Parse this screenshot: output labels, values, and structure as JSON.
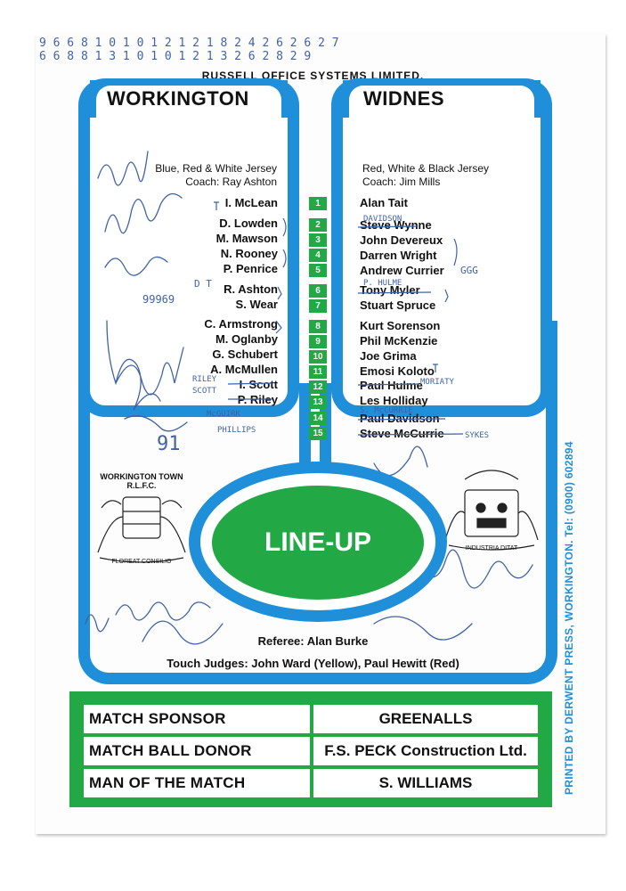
{
  "corner_numbers": "9 6 6 8 1 0 1 0 1 2 1 2 1 8 2 4 2 6 2 6 2 7\n6 6 8 8 1 3 1 0 1 0 1 2 1 3 2 6 2 8 2 9",
  "sponsor_line": "RUSSELL OFFICE SYSTEMS LIMITED.",
  "home": {
    "name": "WORKINGTON",
    "jersey": "Blue, Red & White Jersey",
    "coach": "Coach: Ray Ashton",
    "players": [
      "I. McLean",
      "D. Lowden",
      "M. Mawson",
      "N. Rooney",
      "P. Penrice",
      "R. Ashton",
      "S. Wear",
      "C. Armstrong",
      "M. Oglanby",
      "G. Schubert",
      "A. McMullen",
      "I. Scott",
      "P. Riley"
    ],
    "crest_text": "WORKINGTON TOWN R.L.F.C.",
    "crest_motto": "FLOREAT CONSILIO"
  },
  "away": {
    "name": "WIDNES",
    "jersey": "Red, White & Black Jersey",
    "coach": "Coach: Jim Mills",
    "players": [
      "Alan Tait",
      "Steve Wynne",
      "John Devereux",
      "Darren Wright",
      "Andrew Currier",
      "Tony Myler",
      "Stuart Spruce",
      "Kurt Sorenson",
      "Phil McKenzie",
      "Joe Grima",
      "Emosi Koloto",
      "Paul Hulme",
      "Les Holliday",
      "Paul Davidson",
      "Steve McCurrie"
    ],
    "crest_motto": "INDUSTRIA DITAT"
  },
  "numbers": [
    "1",
    "2",
    "3",
    "4",
    "5",
    "6",
    "7",
    "8",
    "9",
    "10",
    "11",
    "12",
    "13",
    "14",
    "15"
  ],
  "center_label": "LINE-UP",
  "referee": "Referee: Alan Burke",
  "touch_judges": "Touch Judges: John Ward (Yellow), Paul Hewitt (Red)",
  "awards": [
    {
      "label": "MATCH SPONSOR",
      "value": "GREENALLS"
    },
    {
      "label": "MATCH BALL DONOR",
      "value": "F.S. PECK Construction Ltd."
    },
    {
      "label": "MAN OF THE MATCH",
      "value": "S. WILLIAMS"
    }
  ],
  "printer": "PRINTED BY DERWENT PRESS, WORKINGTON. Tel: (0900) 602894",
  "handwritten_notes": {
    "davidson": "DAVIDSON",
    "hulme": "P. HULME",
    "moriaty": "MORIATY",
    "mccurrie": "S. McCURRIE",
    "sykes": "SYKES",
    "riley": "RILEY",
    "scott": "SCOTT",
    "mcguirk": "McGUIRK",
    "phillips": "PHILLIPS",
    "ggg": "GGG",
    "dt": "D T",
    "year": "91",
    "digits": "99969"
  },
  "colors": {
    "blue": "#1e8fd8",
    "green": "#22a845",
    "ink": "#3f62a8"
  }
}
